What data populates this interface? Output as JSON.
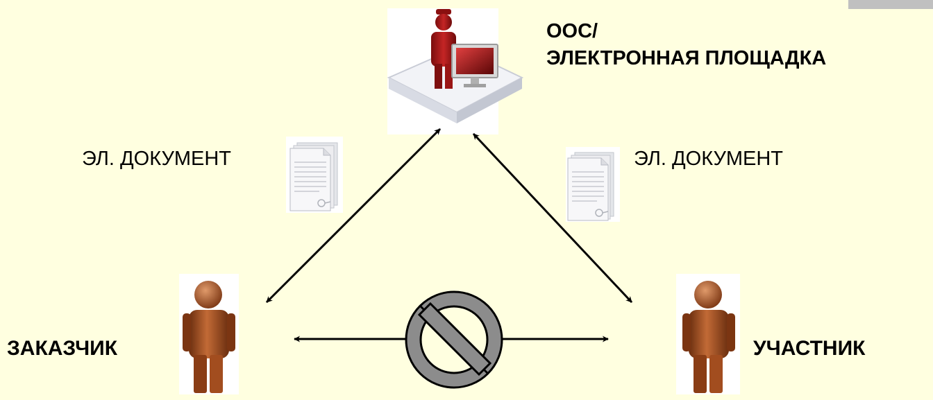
{
  "platform": {
    "title_line1": "ООС/",
    "title_line2": "ЭЛЕКТРОННАЯ ПЛОЩАДКА"
  },
  "documents": {
    "left_label": "ЭЛ. ДОКУМЕНТ",
    "right_label": "ЭЛ. ДОКУМЕНТ"
  },
  "parties": {
    "customer": "ЗАКАЗЧИК",
    "participant": "УЧАСТНИК"
  },
  "colors": {
    "background": "#ffffe0",
    "operator_red": "#b01a1a",
    "person_brown": "#9a4a1e",
    "prohibition_gray": "#8c8c8c"
  },
  "icons": [
    "operator-with-monitor-icon",
    "document-icon",
    "person-icon",
    "prohibition-icon"
  ]
}
